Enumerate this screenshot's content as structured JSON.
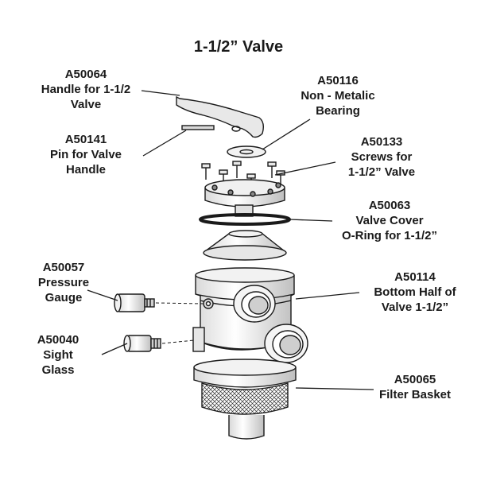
{
  "title": "1-1/2” Valve",
  "parts": [
    {
      "id": "handle",
      "code": "A50064",
      "lines": [
        "Handle for 1-1/2",
        "Valve"
      ]
    },
    {
      "id": "pin",
      "code": "A50141",
      "lines": [
        "Pin for Valve",
        "Handle"
      ]
    },
    {
      "id": "bearing",
      "code": "A50116",
      "lines": [
        "Non - Metalic",
        "Bearing"
      ]
    },
    {
      "id": "screws",
      "code": "A50133",
      "lines": [
        "Screws for",
        "1-1/2” Valve"
      ]
    },
    {
      "id": "oring",
      "code": "A50063",
      "lines": [
        "Valve Cover",
        "O-Ring for 1-1/2”"
      ]
    },
    {
      "id": "gauge",
      "code": "A50057",
      "lines": [
        "Pressure",
        "Gauge"
      ]
    },
    {
      "id": "bottom",
      "code": "A50114",
      "lines": [
        "Bottom Half of",
        "Valve 1-1/2”"
      ]
    },
    {
      "id": "sight",
      "code": "A50040",
      "lines": [
        "Sight",
        "Glass"
      ]
    },
    {
      "id": "basket",
      "code": "A50065",
      "lines": [
        "Filter Basket"
      ]
    }
  ]
}
